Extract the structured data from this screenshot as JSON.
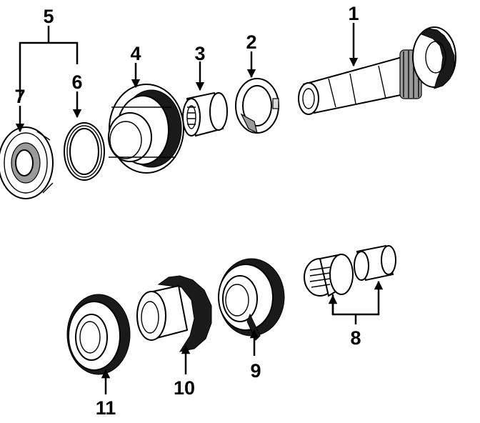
{
  "callouts": {
    "c1": "1",
    "c2": "2",
    "c3": "3",
    "c4": "4",
    "c5": "5",
    "c6": "6",
    "c7": "7",
    "c8": "8",
    "c9": "9",
    "c10": "10",
    "c11": "11"
  },
  "colors": {
    "ink": "#000000",
    "paper": "#ffffff",
    "shade": "#9a9a9a"
  }
}
